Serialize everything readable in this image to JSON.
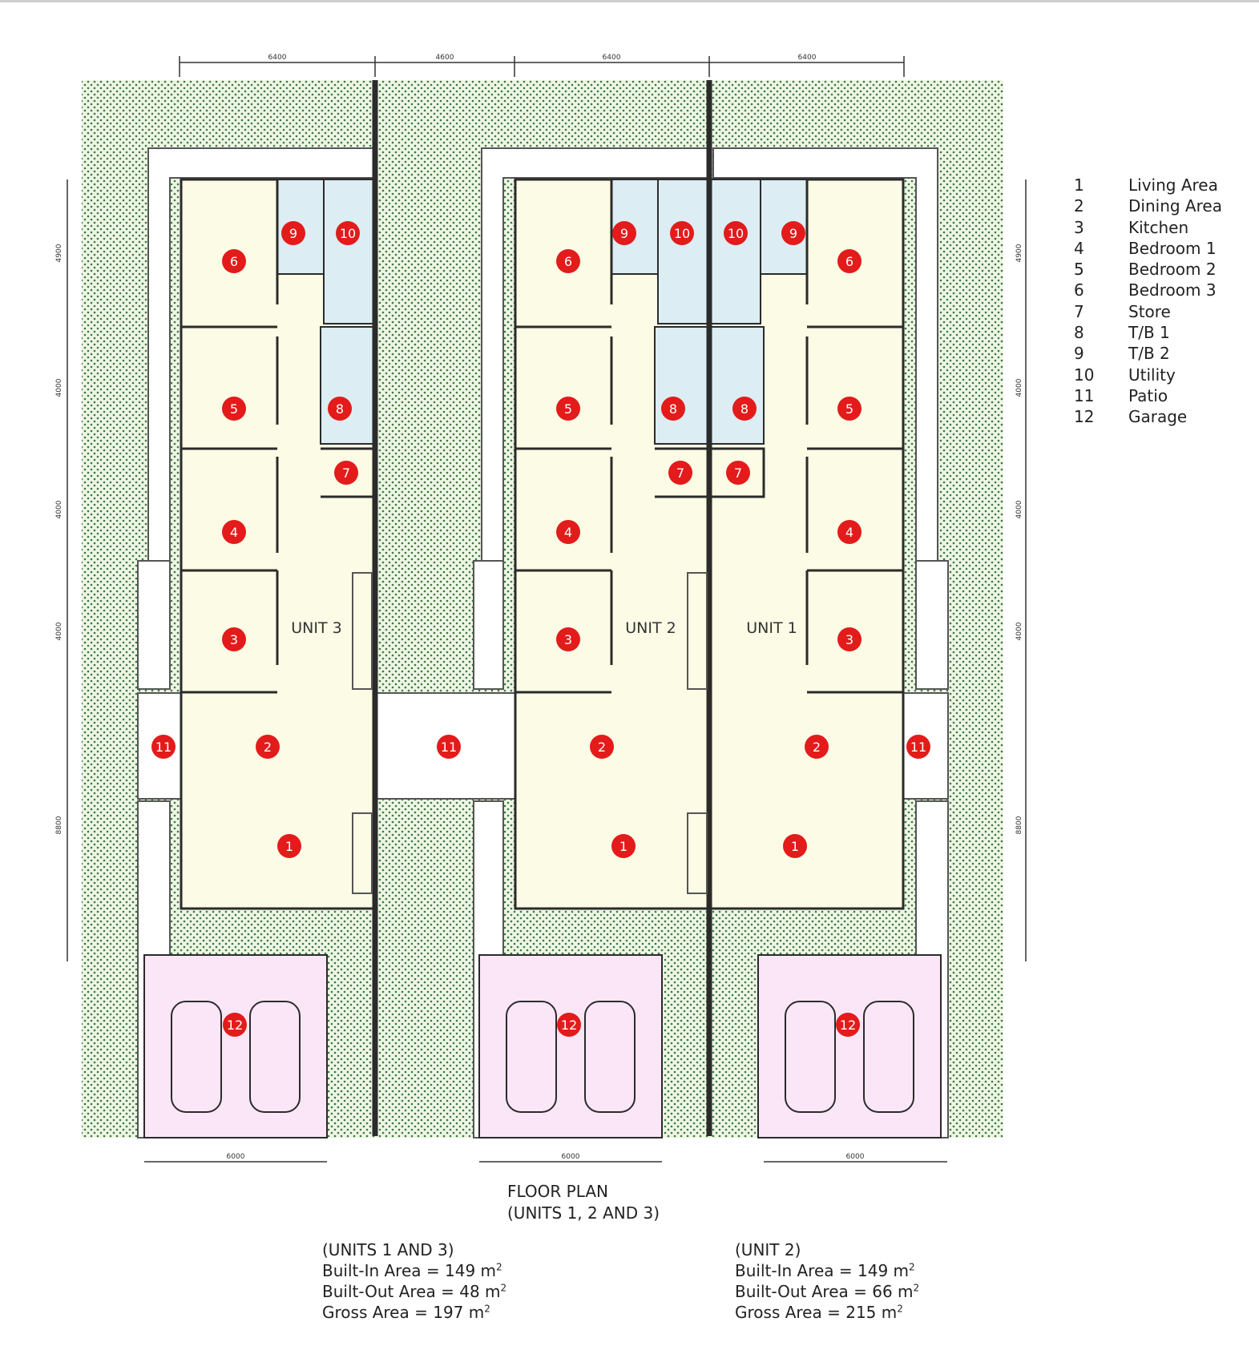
{
  "dimensions": {
    "top": [
      "6400",
      "4600",
      "6400",
      "6400"
    ],
    "bottom": [
      "6000",
      "6000",
      "6000"
    ],
    "side": [
      "4900",
      "4000",
      "4000",
      "4000",
      "8800"
    ]
  },
  "units": [
    "UNIT 3",
    "UNIT 2",
    "UNIT 1"
  ],
  "legend": [
    {
      "num": "1",
      "label": "Living Area"
    },
    {
      "num": "2",
      "label": "Dining Area"
    },
    {
      "num": "3",
      "label": "Kitchen"
    },
    {
      "num": "4",
      "label": "Bedroom 1"
    },
    {
      "num": "5",
      "label": "Bedroom 2"
    },
    {
      "num": "6",
      "label": "Bedroom 3"
    },
    {
      "num": "7",
      "label": "Store"
    },
    {
      "num": "8",
      "label": "T/B 1"
    },
    {
      "num": "9",
      "label": "T/B 2"
    },
    {
      "num": "10",
      "label": "Utility"
    },
    {
      "num": "11",
      "label": "Patio"
    },
    {
      "num": "12",
      "label": "Garage"
    }
  ],
  "caption": {
    "line1": "FLOOR PLAN",
    "line2": "(UNITS  1, 2 AND 3)"
  },
  "areas_units_1_3": {
    "header": "(UNITS 1 AND 3)",
    "built_in_label": "Built-In Area = 149 m",
    "built_out_label": "Built-Out Area = 48 m",
    "gross_label": "Gross Area = 197 m",
    "unit_exp": "2"
  },
  "areas_unit_2": {
    "header": "(UNIT 2)",
    "built_in_label": "Built-In Area = 149 m",
    "built_out_label": "Built-Out Area = 66 m",
    "gross_label": "Gross Area = 215 m",
    "unit_exp": "2"
  },
  "colors": {
    "room_fill": "#fbfbe6",
    "wet_fill": "#dcedf3",
    "garage_fill": "#fbe6f7",
    "lawn_fill": "#eef5e6",
    "lawn_dot": "#3a7a3a",
    "marker": "#e31b1b",
    "wall": "#2b2b2b"
  }
}
